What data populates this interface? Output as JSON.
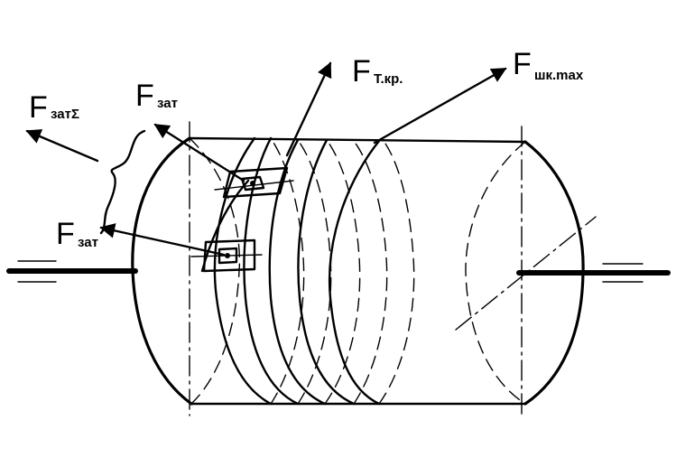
{
  "labels": {
    "f_zat_sum": {
      "main": "F",
      "sub": "затΣ"
    },
    "f_zat_top": {
      "main": "F",
      "sub": "зат"
    },
    "f_zat_bottom": {
      "main": "F",
      "sub": "зат"
    },
    "f_t_kr": {
      "main": "F",
      "sub": "Т.кр."
    },
    "f_shk_max": {
      "main": "F",
      "sub": "шк.max"
    }
  },
  "colors": {
    "ink": "#000000",
    "paper": "#ffffff"
  }
}
